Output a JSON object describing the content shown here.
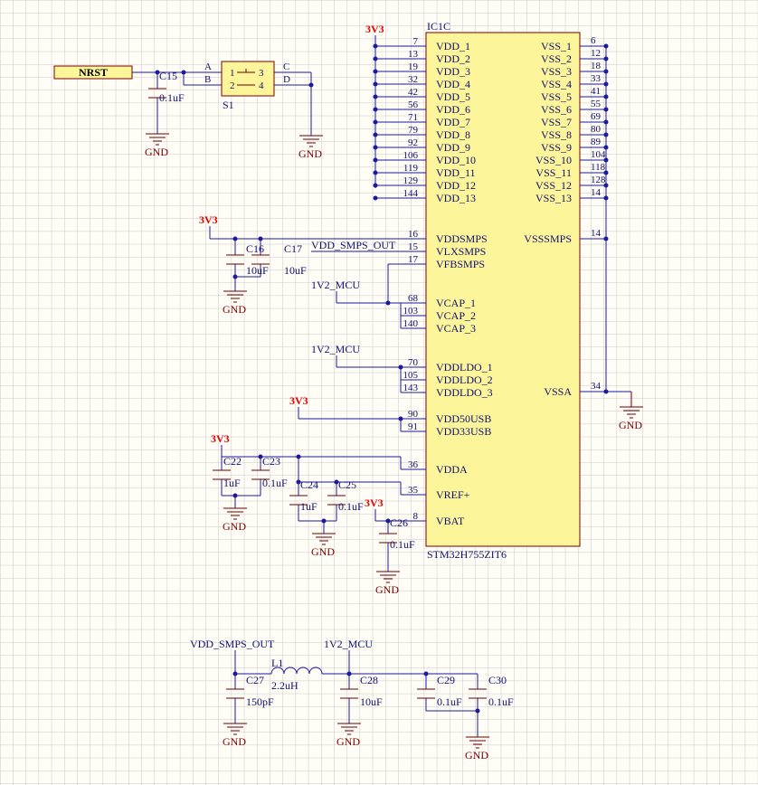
{
  "colors": {
    "background": "#fffdf5",
    "grid": "#c8c8c8",
    "wire": "#1a1aa0",
    "component": "#7a0000",
    "power": "#e00000",
    "ic_fill": "#fdf59a",
    "text": "#101070"
  },
  "ic": {
    "designator": "IC1C",
    "part": "STM32H755ZIT6",
    "left_pins": [
      {
        "num": "7",
        "name": "VDD_1"
      },
      {
        "num": "13",
        "name": "VDD_2"
      },
      {
        "num": "19",
        "name": "VDD_3"
      },
      {
        "num": "32",
        "name": "VDD_4"
      },
      {
        "num": "42",
        "name": "VDD_5"
      },
      {
        "num": "56",
        "name": "VDD_6"
      },
      {
        "num": "71",
        "name": "VDD_7"
      },
      {
        "num": "79",
        "name": "VDD_8"
      },
      {
        "num": "92",
        "name": "VDD_9"
      },
      {
        "num": "106",
        "name": "VDD_10"
      },
      {
        "num": "119",
        "name": "VDD_11"
      },
      {
        "num": "129",
        "name": "VDD_12"
      },
      {
        "num": "144",
        "name": "VDD_13"
      },
      {
        "num": "16",
        "name": "VDDSMPS"
      },
      {
        "num": "15",
        "name": "VLXSMPS"
      },
      {
        "num": "17",
        "name": "VFBSMPS"
      },
      {
        "num": "68",
        "name": "VCAP_1"
      },
      {
        "num": "103",
        "name": "VCAP_2"
      },
      {
        "num": "140",
        "name": "VCAP_3"
      },
      {
        "num": "70",
        "name": "VDDLDO_1"
      },
      {
        "num": "105",
        "name": "VDDLDO_2"
      },
      {
        "num": "143",
        "name": "VDDLDO_3"
      },
      {
        "num": "90",
        "name": "VDD50USB"
      },
      {
        "num": "91",
        "name": "VDD33USB"
      },
      {
        "num": "36",
        "name": "VDDA"
      },
      {
        "num": "35",
        "name": "VREF+"
      },
      {
        "num": "8",
        "name": "VBAT"
      }
    ],
    "right_pins": [
      {
        "num": "6",
        "name": "VSS_1"
      },
      {
        "num": "12",
        "name": "VSS_2"
      },
      {
        "num": "18",
        "name": "VSS_3"
      },
      {
        "num": "33",
        "name": "VSS_4"
      },
      {
        "num": "41",
        "name": "VSS_5"
      },
      {
        "num": "55",
        "name": "VSS_6"
      },
      {
        "num": "69",
        "name": "VSS_7"
      },
      {
        "num": "80",
        "name": "VSS_8"
      },
      {
        "num": "89",
        "name": "VSS_9"
      },
      {
        "num": "104",
        "name": "VSS_10"
      },
      {
        "num": "118",
        "name": "VSS_11"
      },
      {
        "num": "128",
        "name": "VSS_12"
      },
      {
        "num": "14",
        "name": "VSS_13"
      },
      {
        "num": "14",
        "name": "VSSSMPS"
      },
      {
        "num": "34",
        "name": "VSSA"
      }
    ]
  },
  "nets": {
    "v33": "3V3",
    "v12": "1V2_MCU",
    "smps": "VDD_SMPS_OUT",
    "gnd": "GND",
    "nrst": "NRST"
  },
  "switch": {
    "designator": "S1",
    "pin_a": "A",
    "pin_b": "B",
    "pin_c": "C",
    "pin_d": "D",
    "p1": "1",
    "p2": "2",
    "p3": "3",
    "p4": "4"
  },
  "components": {
    "C15": {
      "ref": "C15",
      "value": "0.1uF"
    },
    "C16": {
      "ref": "C16",
      "value": "10uF"
    },
    "C17": {
      "ref": "C17",
      "value": "10uF"
    },
    "C22": {
      "ref": "C22",
      "value": "1uF"
    },
    "C23": {
      "ref": "C23",
      "value": "0.1uF"
    },
    "C24": {
      "ref": "C24",
      "value": "1uF"
    },
    "C25": {
      "ref": "C25",
      "value": "0.1uF"
    },
    "C26": {
      "ref": "C26",
      "value": "0.1uF"
    },
    "C27": {
      "ref": "C27",
      "value": "150pF"
    },
    "C28": {
      "ref": "C28",
      "value": "10uF"
    },
    "C29": {
      "ref": "C29",
      "value": "0.1uF"
    },
    "C30": {
      "ref": "C30",
      "value": "0.1uF"
    },
    "L1": {
      "ref": "L1",
      "value": "2.2uH"
    }
  }
}
